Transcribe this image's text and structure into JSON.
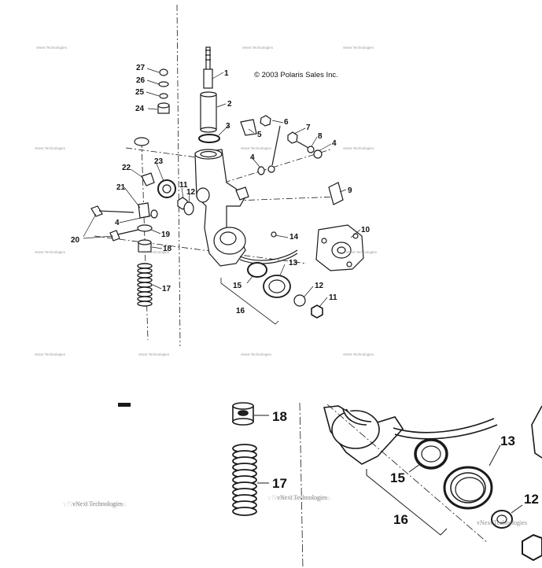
{
  "copyright": "© 2003 Polaris Sales Inc.",
  "watermark": "vNext Technologies",
  "callouts_main": [
    "1",
    "2",
    "3",
    "4",
    "5",
    "6",
    "7",
    "8",
    "4",
    "9",
    "4",
    "10",
    "11",
    "12",
    "13",
    "14",
    "15",
    "16",
    "12",
    "11",
    "17",
    "18",
    "19",
    "20",
    "21",
    "22",
    "23",
    "24",
    "25",
    "26",
    "27"
  ],
  "callouts_zoom": [
    "18",
    "17",
    "15",
    "16",
    "13",
    "12"
  ],
  "colors": {
    "ink": "#1a1a1a",
    "watermark": "#9a9a9a"
  }
}
